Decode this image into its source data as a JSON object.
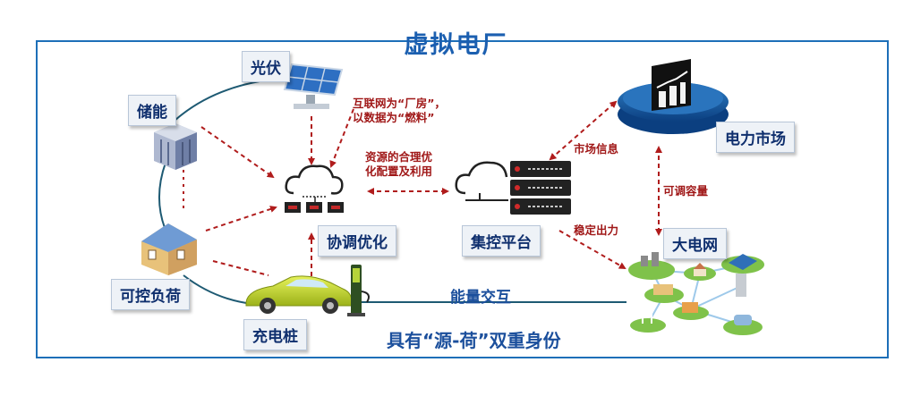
{
  "title": "虚拟电厂",
  "nodes": {
    "solar": "光伏",
    "storage": "储能",
    "load": "可控负荷",
    "charger": "充电桩",
    "coordination": "协调优化",
    "platform": "集控平台",
    "market": "电力市场",
    "grid": "大电网"
  },
  "notes": {
    "internet_line1": "互联网为“厂房”，",
    "internet_line2": "以数据为“燃料”",
    "resource_line1": "资源的合理优",
    "resource_line2": "化配置及利用",
    "market_info": "市场信息",
    "adjustable_capacity": "可调容量",
    "stable_output": "稳定出力"
  },
  "energy_exchange": "能量交互",
  "dual_identity": "具有“源-荷”双重身份",
  "colors": {
    "frame": "#1d6fb8",
    "title": "#1b5fb0",
    "dashed_arrow": "#b01c1c",
    "solid_line": "#1e5a73"
  }
}
